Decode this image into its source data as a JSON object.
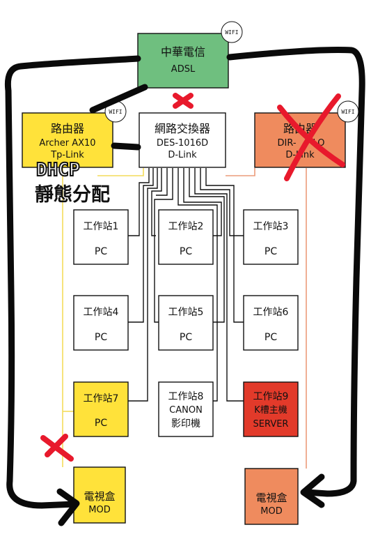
{
  "colors": {
    "green": "#6fbf7f",
    "yellow": "#ffe23a",
    "orange": "#ef8b5e",
    "red": "#e23a2a",
    "white": "#ffffff",
    "ink": "#111111",
    "cross": "#e8192c",
    "cable_yellow": "#f3dc5a",
    "cable_orange": "#ec9b7a"
  },
  "badge": "WIFI",
  "nodes": {
    "adsl": {
      "line1": "中華電信",
      "line2": "ADSL"
    },
    "router_tp": {
      "line1": "路由器",
      "line2": "Archer AX10",
      "line3": "Tp-Link"
    },
    "switch": {
      "line1": "網路交換器",
      "line2": "DES-1016D",
      "line3": "D-Link"
    },
    "router_dlink": {
      "line1": "路由器",
      "line2": "DIR-",
      "line2b": "LO",
      "line3": "D-Link"
    },
    "ws1": {
      "line1": "工作站1",
      "line2": "PC"
    },
    "ws2": {
      "line1": "工作站2",
      "line2": "PC"
    },
    "ws3": {
      "line1": "工作站3",
      "line2": "PC"
    },
    "ws4": {
      "line1": "工作站4",
      "line2": "PC"
    },
    "ws5": {
      "line1": "工作站5",
      "line2": "PC"
    },
    "ws6": {
      "line1": "工作站6",
      "line2": "PC"
    },
    "ws7": {
      "line1": "工作站7",
      "line2": "PC"
    },
    "ws8": {
      "line1": "工作站8",
      "line2": "CANON",
      "line3": "影印機"
    },
    "ws9": {
      "line1": "工作站9",
      "line2": "K槽主機",
      "line3": "SERVER"
    },
    "mod_left": {
      "line1": "電視盒",
      "line2": "MOD"
    },
    "mod_right": {
      "line1": "電視盒",
      "line2": "MOD"
    }
  },
  "annotations": {
    "dhcp": "DHCP",
    "static": "靜態分配"
  }
}
